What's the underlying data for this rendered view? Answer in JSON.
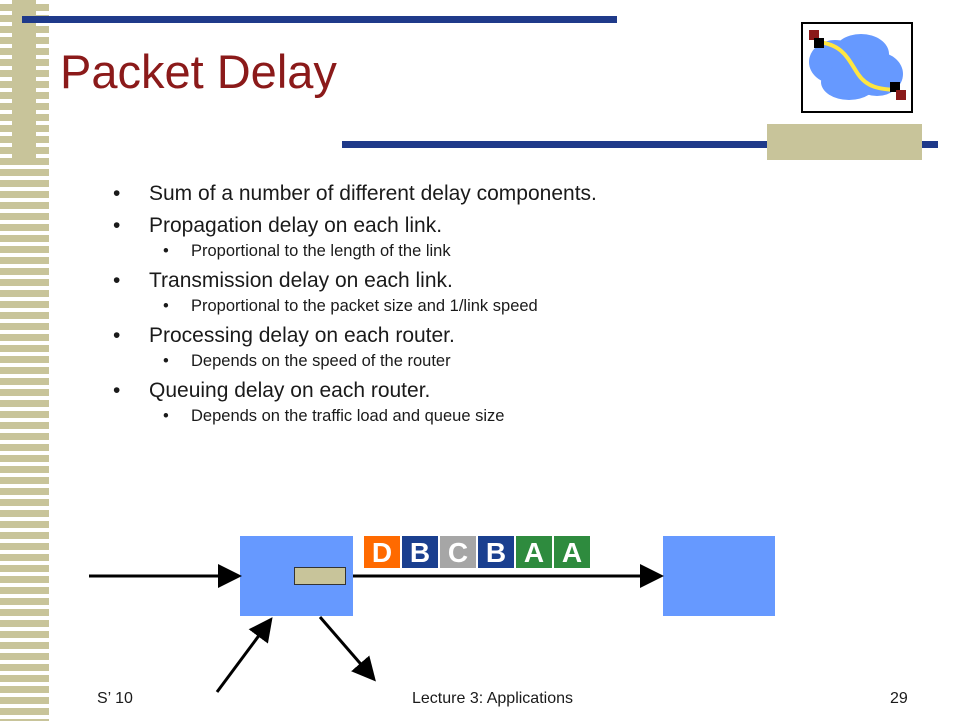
{
  "slide": {
    "title": "Packet Delay",
    "bullets": [
      {
        "text": "Sum of a number of different delay components.",
        "subs": []
      },
      {
        "text": "Propagation delay on each link.",
        "subs": [
          "Proportional to the length of the link"
        ]
      },
      {
        "text": "Transmission delay on each link.",
        "subs": [
          "Proportional to the packet size and 1/link speed"
        ]
      },
      {
        "text": "Processing delay on each router.",
        "subs": [
          "Depends on the speed of the router"
        ]
      },
      {
        "text": "Queuing delay on each router.",
        "subs": [
          "Depends on the traffic load and queue size"
        ]
      }
    ]
  },
  "diagram": {
    "packets": [
      {
        "label": "D",
        "color": "#ff6a00"
      },
      {
        "label": "B",
        "color": "#1a3f8f"
      },
      {
        "label": "C",
        "color": "#a6a6a6"
      },
      {
        "label": "B",
        "color": "#1a3f8f"
      },
      {
        "label": "A",
        "color": "#2e8b3e"
      },
      {
        "label": "A",
        "color": "#2e8b3e"
      }
    ],
    "router_color": "#6699ff",
    "queue_color": "#c8c49a"
  },
  "footer": {
    "left": "S’ 10",
    "center": "Lecture 3: Applications",
    "page": "29"
  },
  "colors": {
    "title": "#8b1a1a",
    "accent_bar": "#1f3a8a",
    "tan": "#c8c49a"
  }
}
